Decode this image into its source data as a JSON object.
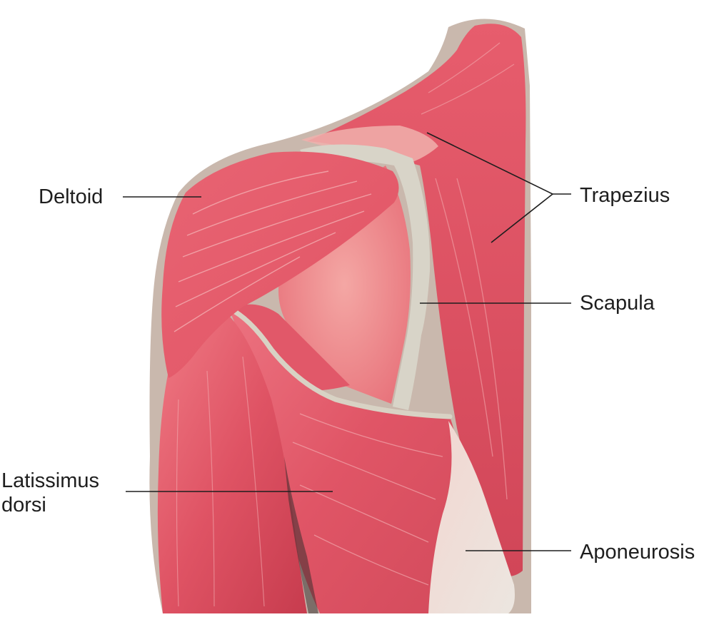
{
  "labels": {
    "deltoid": "Deltoid",
    "trapezius": "Trapezius",
    "scapula": "Scapula",
    "latissimus_line1": "Latissimus",
    "latissimus_line2": "dorsi",
    "aponeurosis": "Aponeurosis"
  },
  "colors": {
    "muscle": "#e05566",
    "muscle_dark": "#c93c4f",
    "muscle_light": "#f08a92",
    "tendon": "#d9d5c8",
    "skin_edge": "#c9b6aa",
    "leader_line": "#1e1e1e",
    "label_text": "#1e1e1e"
  }
}
